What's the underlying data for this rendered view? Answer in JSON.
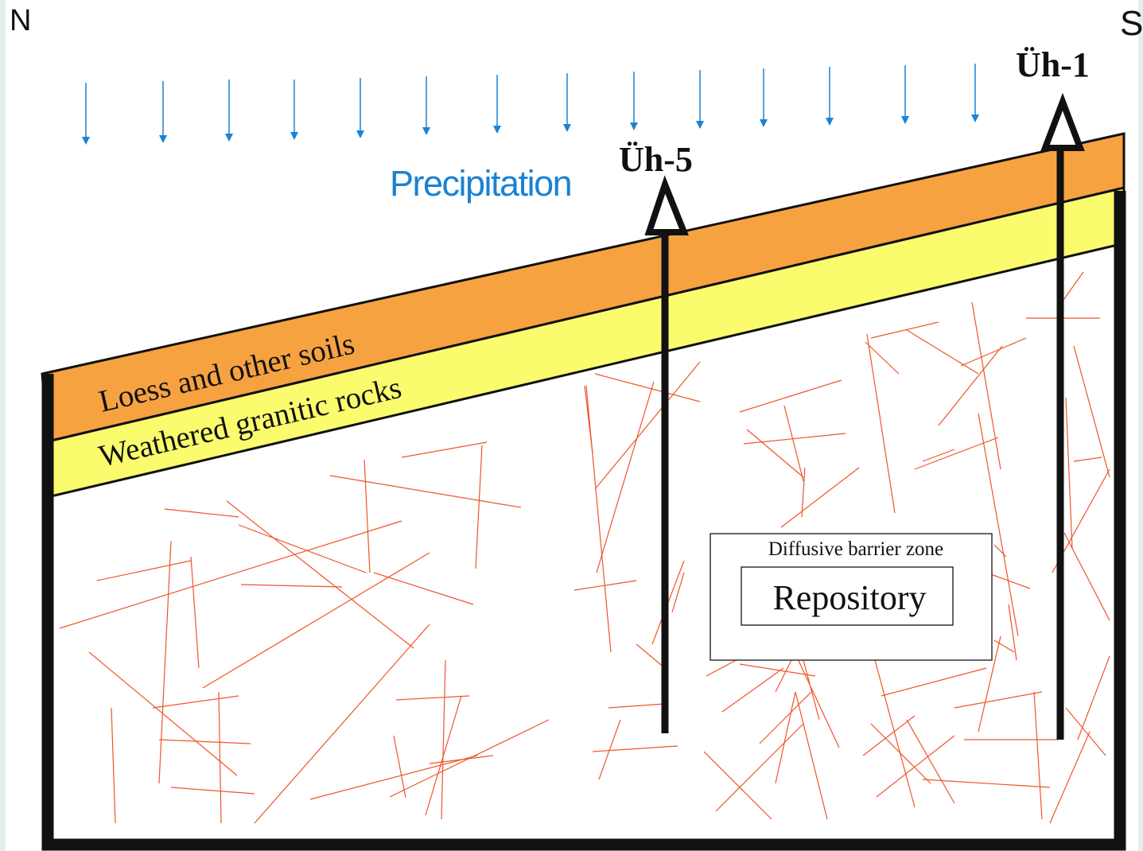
{
  "compass": {
    "north": "N",
    "south": "S"
  },
  "precipitation": {
    "label": "Precipitation",
    "color": "#1a82d2"
  },
  "layers": {
    "soil": {
      "label": "Loess and other soils",
      "color": "#f7a241"
    },
    "weathered": {
      "label": "Weathered granitic rocks",
      "color": "#fafc6e"
    },
    "bedrock": {
      "color": "#ffffff"
    }
  },
  "boreholes": {
    "uh5": {
      "label": "Üh-5"
    },
    "uh1": {
      "label": "Üh-1"
    }
  },
  "barrier_zone": {
    "label": "Diffusive barrier zone"
  },
  "repository": {
    "label": "Repository"
  },
  "fracture_color": "#f0542a"
}
